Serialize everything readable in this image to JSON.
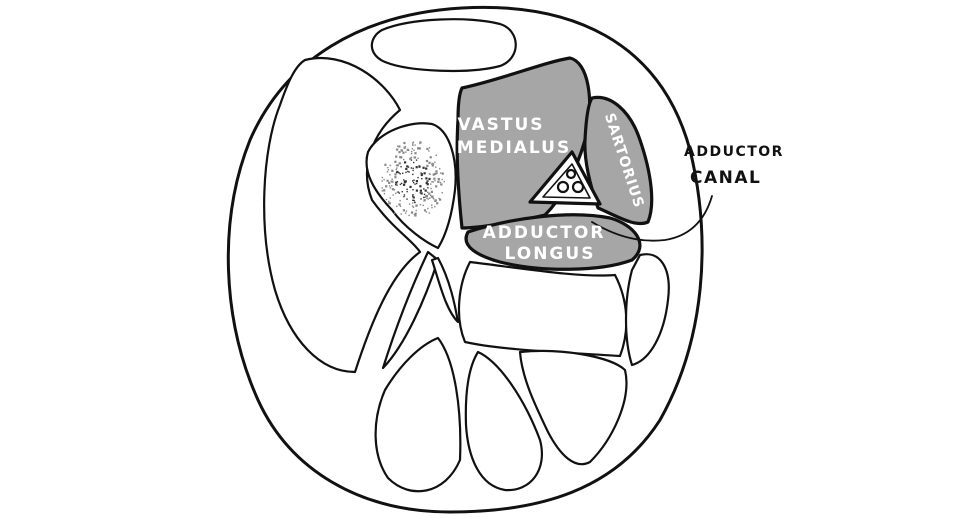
{
  "colors": {
    "outline": "#111111",
    "muscle_fill": "#a6a6a6",
    "label_on_muscle": "#ffffff",
    "label": "#111111",
    "background": "#ffffff"
  },
  "labels": {
    "vastus_medialis": [
      "VASTUS",
      "MEDIALUS"
    ],
    "sartorius": "SARTORIUS",
    "adductor_longus": [
      "ADDUCTOR",
      "LONGUS"
    ],
    "adductor_canal": [
      "ADDUCTOR",
      "CANAL"
    ]
  }
}
